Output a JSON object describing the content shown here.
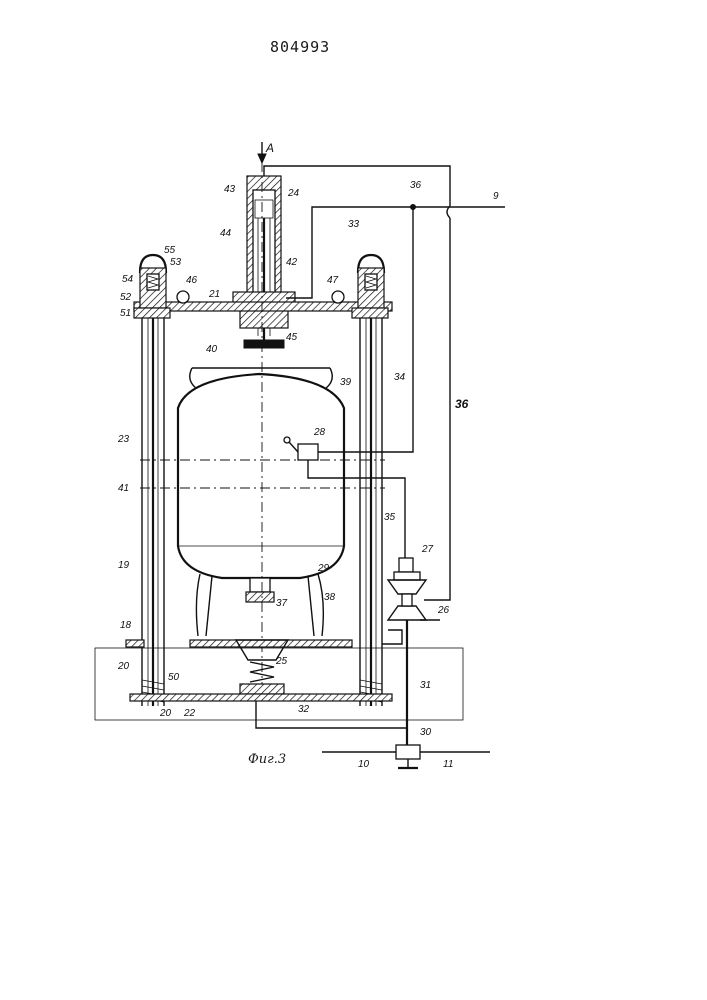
{
  "document": {
    "number": "804993",
    "caption": "Фиг.3"
  },
  "labels": {
    "arrow_a": "A",
    "l9": "9",
    "l36_top": "36",
    "l33": "33",
    "l24": "24",
    "l43": "43",
    "l44": "44",
    "l42": "42",
    "l45": "45",
    "l55": "55",
    "l53": "53",
    "l54": "54",
    "l52": "52",
    "l51": "51",
    "l46": "46",
    "l21": "21",
    "l47": "47",
    "l40": "40",
    "l39": "39",
    "l34": "34",
    "l36_side": "36",
    "l28": "28",
    "l23": "23",
    "l41": "41",
    "l35": "35",
    "l19": "19",
    "l27": "27",
    "l29": "29",
    "l37": "37",
    "l38": "38",
    "l26": "26",
    "l18": "18",
    "l20a": "20",
    "l25": "25",
    "l50": "50",
    "l31": "31",
    "l20b": "20",
    "l22": "22",
    "l32": "32",
    "l30": "30",
    "l10": "10",
    "l11": "11"
  }
}
